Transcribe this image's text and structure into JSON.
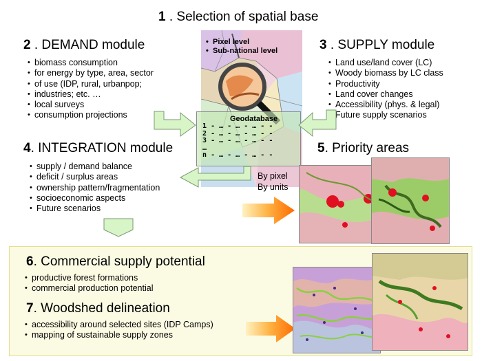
{
  "title": {
    "num": "1",
    "text": " . Selection of spatial base"
  },
  "spatial_levels": {
    "items": [
      "Pixel level",
      "Sub-national level"
    ]
  },
  "demand": {
    "num": "2",
    "heading": " . DEMAND module",
    "items": [
      "biomass consumption",
      "for energy by type, area, sector",
      "of use (IDP, rural, urbanpop;",
      "industries; etc. …",
      "local surveys",
      "consumption projections"
    ]
  },
  "supply": {
    "num": "3",
    "heading": " . SUPPLY module",
    "items": [
      "Land use/land cover (LC)",
      "Woody biomass by LC class",
      "Productivity",
      "Land cover changes",
      "Accessibility (phys. & legal)",
      "Future supply scenarios"
    ]
  },
  "geodatabase": {
    "label": "Geodatabase",
    "rows": [
      {
        "n": "1",
        "cells": "-  …  -  …  -  …  -  -"
      },
      {
        "n": "2",
        "cells": "-  …  -  …  -  …  -  -"
      },
      {
        "n": "3",
        "cells": "-  …  -  …  -  …  -  -"
      },
      {
        "n": "…",
        "cells": ""
      },
      {
        "n": "n",
        "cells": "-  …  -  …  -  …  -  -"
      }
    ]
  },
  "integration": {
    "num": "4",
    "heading": ". INTEGRATION  module",
    "items": [
      "supply / demand balance",
      "deficit / surplus areas",
      "ownership pattern/fragmentation",
      "socioeconomic aspects",
      "Future scenarios"
    ]
  },
  "by_labels": {
    "pixel": "By pixel",
    "units": "By units"
  },
  "priority": {
    "num": "5",
    "heading": ". Priority areas"
  },
  "commercial": {
    "num": "6",
    "heading": ". Commercial supply potential",
    "items": [
      "productive forest formations",
      "commercial production potential"
    ]
  },
  "woodshed": {
    "num": "7",
    "heading": ". Woodshed delineation",
    "items": [
      "accessibility around selected sites (IDP Camps)",
      "mapping of sustainable supply zones"
    ]
  },
  "colors": {
    "arrow_green": "#d8f5c8",
    "arrow_orange": "#ff8c00",
    "panel_bg": "#fbfbe4",
    "map_pink": "#f0a8c0",
    "map_green": "#88c848",
    "hotspot_red": "#e01020"
  }
}
